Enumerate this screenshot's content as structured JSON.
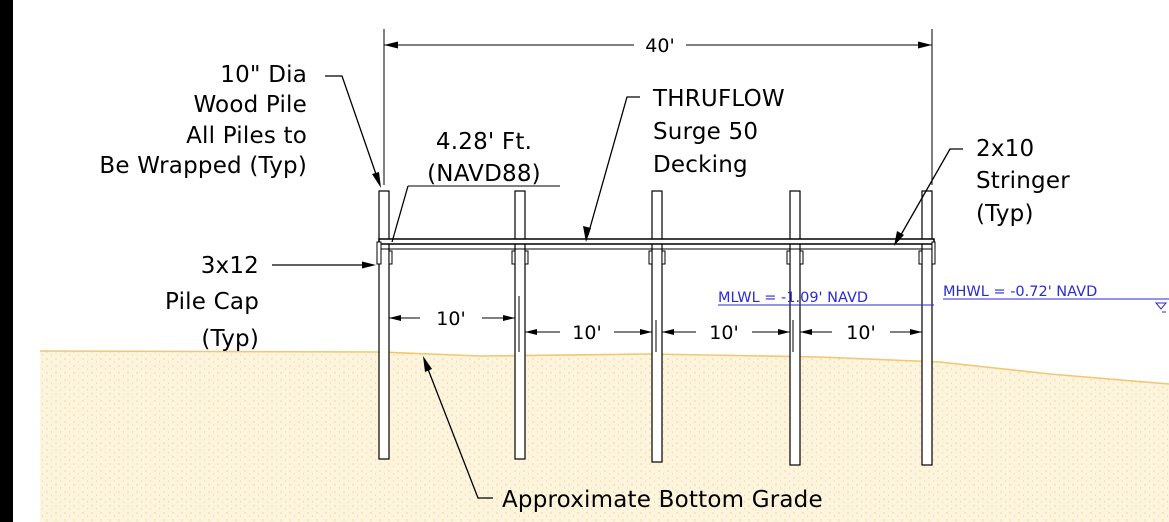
{
  "labels": {
    "pile_lines": [
      "10\" Dia",
      "Wood Pile",
      "All Piles to",
      "Be Wrapped (Typ)"
    ],
    "elevation_lines": [
      "4.28' Ft.",
      "(NAVD88)"
    ],
    "decking_lines": [
      "THRUFLOW",
      "Surge 50",
      "Decking"
    ],
    "stringer_lines": [
      "2x10",
      "Stringer",
      "(Typ)"
    ],
    "pile_cap_lines": [
      "3x12",
      "Pile Cap",
      "(Typ)"
    ],
    "bottom_grade": "Approximate Bottom Grade"
  },
  "dimensions": {
    "overall": "40'",
    "spans": [
      "10'",
      "10'",
      "10'",
      "10'"
    ]
  },
  "water_levels": {
    "mlwl": "MLWL = -1.09' NAVD",
    "mhwl": "MHWL = -0.72' NAVD"
  },
  "colors": {
    "sand": "#f3d89a",
    "sand_dots": "#dcae4a",
    "grade_line": "#f0c872",
    "water_text": "#2a2ad8",
    "frame_bar": "#000000"
  }
}
